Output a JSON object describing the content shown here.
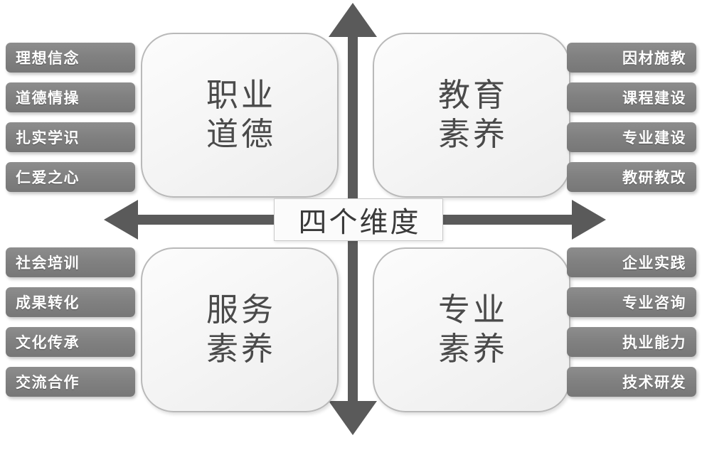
{
  "diagram": {
    "title_center": "四个维度",
    "center_label_name": "center-dimension-label",
    "axis_color": "#5a5a5a",
    "tag_color": "#808080",
    "tag_text_color": "#ffffff",
    "box_border_color": "#b9b9b9",
    "box_fill_color": "#f4f4f4",
    "quadrant_text_color": "#4a4a4a",
    "background_color": "#ffffff"
  },
  "quadrants": {
    "top_left": {
      "line1": "职业",
      "line2": "道德"
    },
    "top_right": {
      "line1": "教育",
      "line2": "素养"
    },
    "bottom_left": {
      "line1": "服务",
      "line2": "素养"
    },
    "bottom_right": {
      "line1": "专业",
      "line2": "素养"
    }
  },
  "tags": {
    "top_left": [
      "理想信念",
      "道德情操",
      "扎实学识",
      "仁爱之心"
    ],
    "top_right": [
      "因材施教",
      "课程建设",
      "专业建设",
      "教研教改"
    ],
    "bottom_left": [
      "社会培训",
      "成果转化",
      "文化传承",
      "交流合作"
    ],
    "bottom_right": [
      "企业实践",
      "专业咨询",
      "执业能力",
      "技术研发"
    ]
  },
  "axes": {
    "up_arrow": "arrow-up-icon",
    "down_arrow": "arrow-down-icon",
    "left_arrow": "arrow-left-icon",
    "right_arrow": "arrow-right-icon"
  }
}
